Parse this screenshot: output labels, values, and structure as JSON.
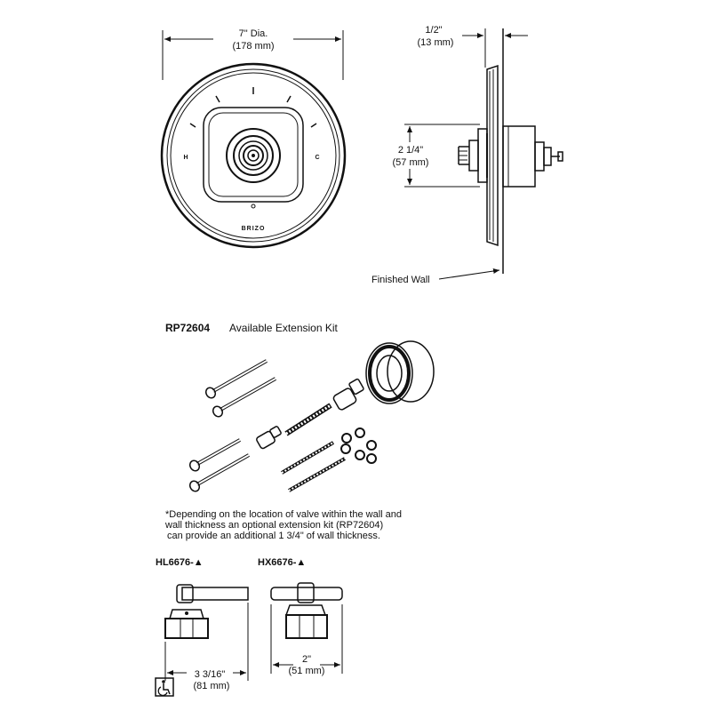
{
  "front_view": {
    "width_in": "7\" Dia.",
    "width_mm": "(178 mm)",
    "hot_mark": "H",
    "cold_mark": "C",
    "brand": "BRIZO"
  },
  "side_view": {
    "flange_in": "1/2\"",
    "flange_mm": "(13 mm)",
    "height_in": "2 1/4\"",
    "height_mm": "(57 mm)",
    "wall_label": "Finished Wall"
  },
  "extension_kit": {
    "part_number": "RP72604",
    "title": "Available Extension Kit",
    "note_line1": "*Depending on the location of valve within the wall and",
    "note_line2": "wall thickness an optional extension kit (RP72604)",
    "note_line3": "can provide an additional 1 3/4\" of wall thickness."
  },
  "handles": {
    "hl_model": "HL6676-▲",
    "hl_dim_in": "3 3/16\"",
    "hl_dim_mm": "(81 mm)",
    "hx_model": "HX6676-▲",
    "hx_dim_in": "2\"",
    "hx_dim_mm": "(51 mm)"
  },
  "accessibility_icon": "wheelchair-accessible-icon"
}
